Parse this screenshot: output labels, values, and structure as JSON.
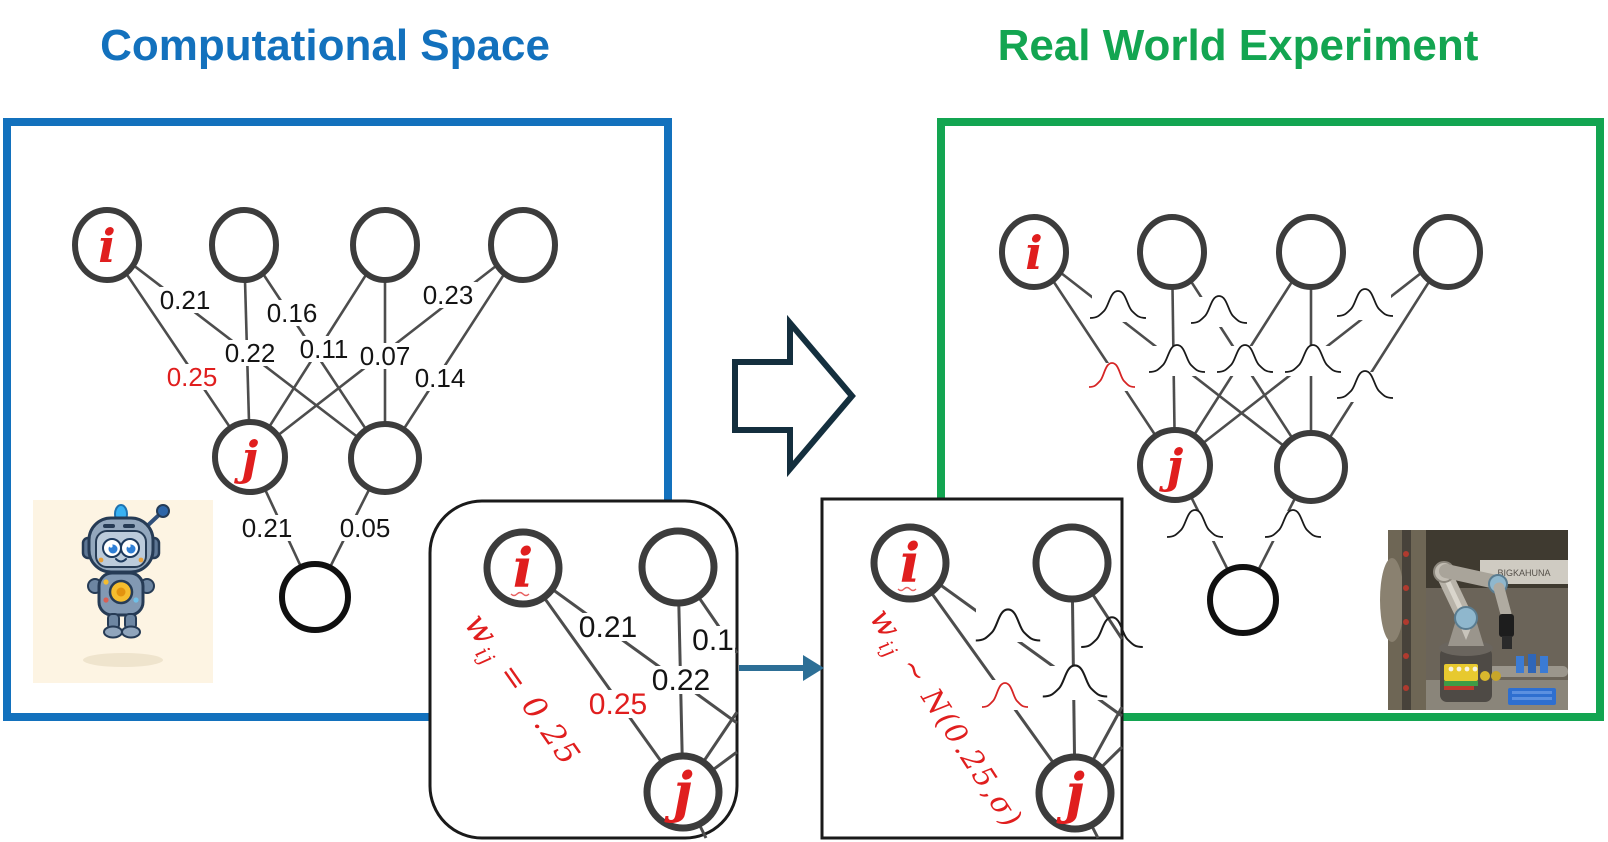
{
  "colors": {
    "blue_accent": "#1371bd",
    "green_accent": "#13a551",
    "red_highlight": "#e01e1e",
    "arrow_dark": "#142f3e",
    "arrow_teal": "#2d6f96",
    "line_gray": "#4d4d4d"
  },
  "left_panel": {
    "title": "Computational Space",
    "node_labels": {
      "i": "i",
      "j": "j"
    },
    "edges": [
      {
        "from": "i",
        "to": "h2",
        "label": "0.21",
        "highlight": false
      },
      {
        "from": "n2",
        "to": "h2",
        "label": "0.16",
        "highlight": false
      },
      {
        "from": "n4",
        "to": "j",
        "label": "0.23",
        "highlight": false
      },
      {
        "from": "n2",
        "to": "j",
        "label": "0.22",
        "highlight": false
      },
      {
        "from": "n3",
        "to": "j",
        "label": "0.11",
        "highlight": false
      },
      {
        "from": "n3",
        "to": "h2",
        "label": "0.07",
        "highlight": false
      },
      {
        "from": "i",
        "to": "j",
        "label": "0.25",
        "highlight": true
      },
      {
        "from": "n4",
        "to": "h2",
        "label": "0.14",
        "highlight": false
      },
      {
        "from": "j",
        "to": "out",
        "label": "0.21",
        "highlight": false
      },
      {
        "from": "h2",
        "to": "out",
        "label": "0.05",
        "highlight": false
      }
    ]
  },
  "right_panel": {
    "title": "Real World Experiment",
    "node_labels": {
      "i": "i",
      "j": "j"
    }
  },
  "insets": {
    "left": {
      "node_labels": {
        "i": "i",
        "j": "j"
      },
      "weights": [
        "0.21",
        "0.1",
        "0.22",
        "0.25"
      ],
      "annotation": {
        "var": "w",
        "sub": "ij",
        "rest": " = 0.25"
      }
    },
    "right": {
      "node_labels": {
        "i": "i",
        "j": "j"
      },
      "annotation": {
        "var": "w",
        "sub": "ij",
        "rest": " ~ N(0.25,σ)"
      }
    }
  },
  "photos": {
    "lab_sign": "BIGKAHUNA"
  }
}
